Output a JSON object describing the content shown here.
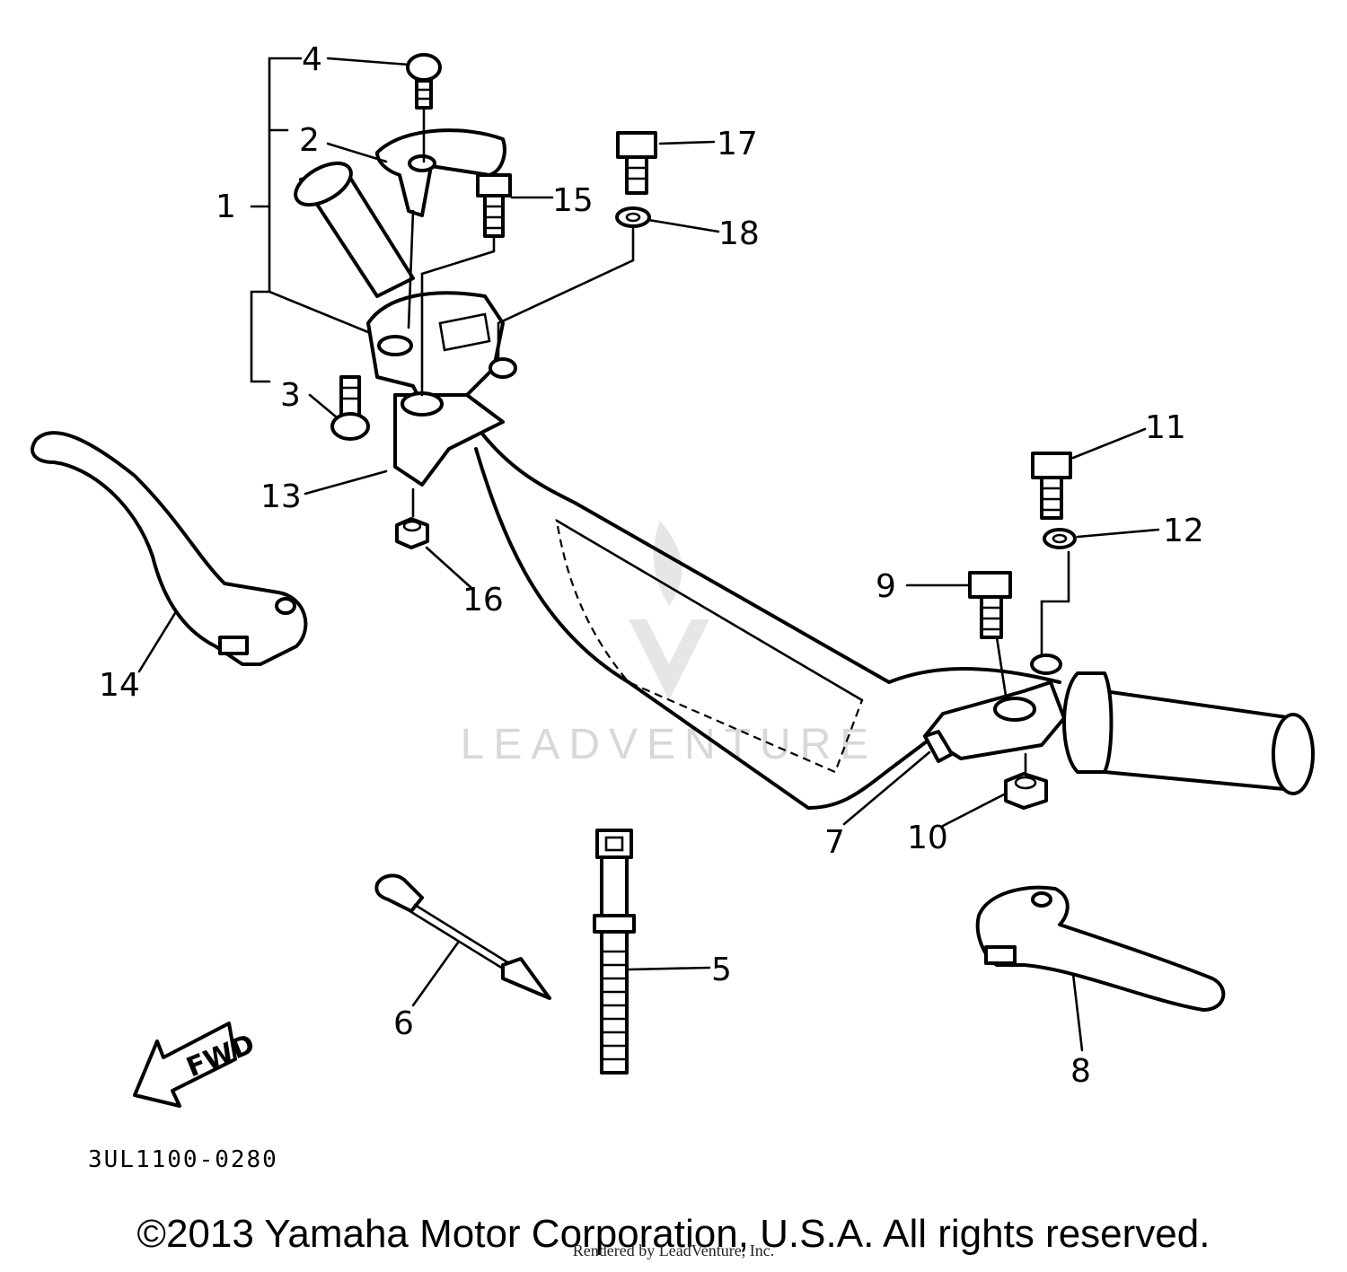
{
  "diagram": {
    "callouts": [
      {
        "id": "1",
        "text": "1"
      },
      {
        "id": "2",
        "text": "2"
      },
      {
        "id": "3",
        "text": "3"
      },
      {
        "id": "4",
        "text": "4"
      },
      {
        "id": "5",
        "text": "5"
      },
      {
        "id": "6",
        "text": "6"
      },
      {
        "id": "7",
        "text": "7"
      },
      {
        "id": "8",
        "text": "8"
      },
      {
        "id": "9",
        "text": "9"
      },
      {
        "id": "10",
        "text": "10"
      },
      {
        "id": "11",
        "text": "11"
      },
      {
        "id": "12",
        "text": "12"
      },
      {
        "id": "13",
        "text": "13"
      },
      {
        "id": "14",
        "text": "14"
      },
      {
        "id": "15",
        "text": "15"
      },
      {
        "id": "16",
        "text": "16"
      },
      {
        "id": "17",
        "text": "17"
      },
      {
        "id": "18",
        "text": "18"
      }
    ],
    "fwd_label": "FWD",
    "diagram_code": "3UL1100-0280",
    "watermark": "LEADVENTURE"
  },
  "footer": {
    "copyright": "©2013 Yamaha Motor Corporation, U.S.A. All rights reserved.",
    "rendered_by": "Rendered by LeadVenture, Inc."
  }
}
